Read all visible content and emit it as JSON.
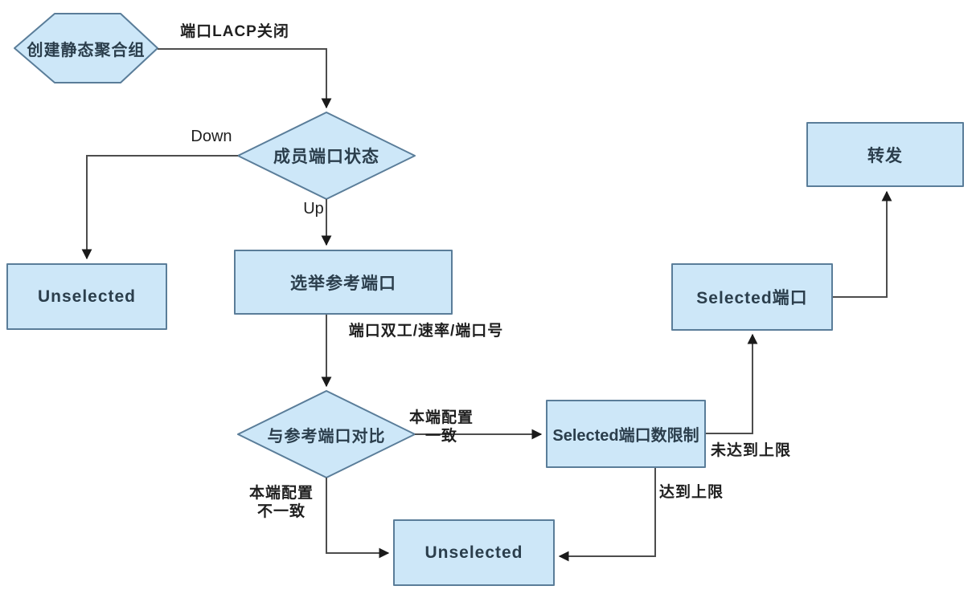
{
  "colors": {
    "bg": "#ffffff",
    "node_fill": "#cde7f8",
    "node_border": "#5a7d99",
    "line": "#4d4d4d",
    "arrow": "#1a1a1a",
    "text": "#2b3e4c",
    "label_text": "#1f1f1f"
  },
  "nodes": {
    "start": "创建静态聚合组",
    "member_port_state": "成员端口状态",
    "unselected_left": "Unselected",
    "elect_reference_port": "选举参考端口",
    "compare_reference_port": "与参考端口对比",
    "selected_port_limit": "Selected端口数限制",
    "selected_port": "Selected端口",
    "forward": "转发",
    "unselected_bottom": "Unselected"
  },
  "edges": {
    "lacp_off": "端口LACP关闭",
    "down": "Down",
    "up": "Up",
    "criteria": "端口双工/速率/端口号",
    "config_match": "本端配置\n一致",
    "config_mismatch": "本端配置\n不一致",
    "limit_not_reached": "未达到上限",
    "limit_reached": "达到上限"
  }
}
